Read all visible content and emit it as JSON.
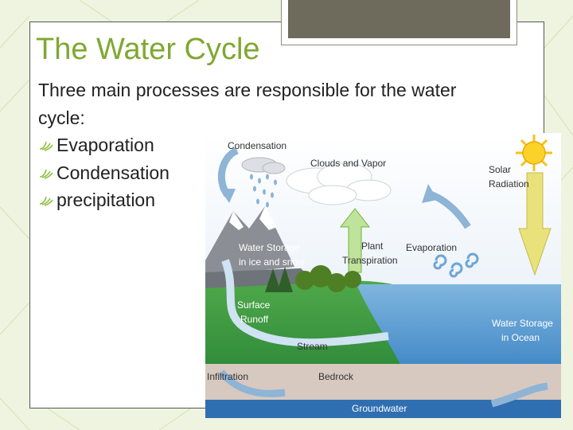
{
  "slide": {
    "title": "The Water Cycle",
    "intro": "Three main processes are responsible for the water cycle:",
    "bullets": [
      "Evaporation",
      "Condensation",
      "precipitation"
    ]
  },
  "diagram": {
    "labels": {
      "condensation": "Condensation",
      "clouds_vapor": "Clouds and Vapor",
      "solar_1": "Solar",
      "solar_2": "Radiation",
      "water_storage_1": "Water Storage",
      "water_storage_2": "in ice and snow",
      "plant_1": "Plant",
      "plant_2": "Transpiration",
      "evaporation": "Evaporation",
      "surface_1": "Surface",
      "surface_2": "Runoff",
      "ocean_1": "Water Storage",
      "ocean_2": "in Ocean",
      "stream": "Stream",
      "infiltration": "Infiltration",
      "bedrock": "Bedrock",
      "groundwater": "Groundwater"
    }
  },
  "colors": {
    "title": "#7fa832",
    "accent": "#8cbf3f",
    "tab": "#6e6a5c"
  }
}
